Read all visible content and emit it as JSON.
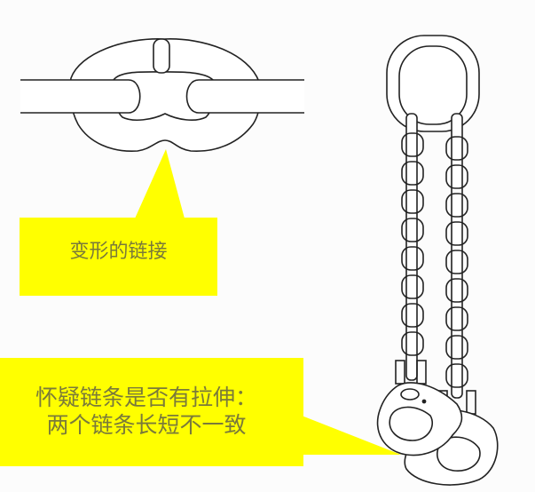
{
  "callouts": [
    {
      "id": "deformed-link",
      "text": "变形的链接",
      "color": "#ffff00"
    },
    {
      "id": "chain-stretch",
      "line1": "怀疑链条是否有拉伸：",
      "line2": "两个链条长短不一致",
      "color": "#ffff00"
    }
  ],
  "illustrations": {
    "left": "deformed-chain-link-icon",
    "right": "two-leg-chain-sling-icon"
  },
  "colors": {
    "background": "#fcfcfc",
    "highlight": "#ffff00",
    "text": "#7a7a3a",
    "line": "#222222"
  }
}
